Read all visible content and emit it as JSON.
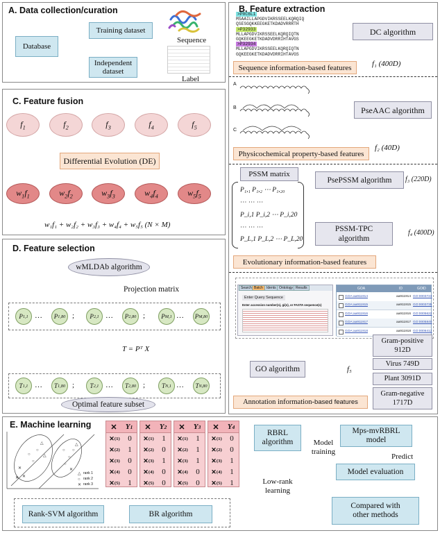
{
  "panels": {
    "a": {
      "title": "A. Data collection/curation",
      "database": "Database",
      "training": "Training dataset",
      "independent": "Independent dataset",
      "sequence": "Sequence",
      "label": "Label"
    },
    "b": {
      "title": "B. Feature extraction",
      "seq_ids": [
        ">P0C6L1",
        ">P32933",
        ">P32934"
      ],
      "seq_lines": [
        "MSAAILLAPGDVIKRSSEELKQRQIQ",
        "QSESGQKKEEGKETKDADVRRRTH",
        "MLLAPGDVIKRSSEELKQRQIQTN",
        "GQKEEGKETKDADVDRRIHTAVGS",
        "MLLAPGDVIKRSSEELKQRQIQTN",
        "GQKEEGKETKDADVDRRIHTAVGS"
      ],
      "dc_algorithm": "DC algorithm",
      "dc_feature": "f₁ (400D)",
      "seq_features": "Sequence information-based features",
      "helix_labels": [
        "A",
        "B",
        "C"
      ],
      "pseaac_algorithm": "PseAAC algorithm",
      "pse_feature": "f₂ (40D)",
      "phys_features": "Physicochemical property-based features",
      "pssm_matrix": "PSSM matrix",
      "pssm_rows": [
        "P₁,₁   P₁,₂  ⋯  P₁,₂₀",
        "⋯   ⋯        ⋯",
        "P_i,1   P_i,2  ⋯  P_i,20",
        "⋯   ⋯        ⋯",
        "P_L,1   P_L,2  ⋯  P_L,20"
      ],
      "psepssm_algorithm": "PsePSSM algorithm",
      "psepssm_feature": "f₃ (220D)",
      "pssmtpc_algorithm": "PSSM-TPC algorithm",
      "pssmtpc_feature": "f₄ (400D)",
      "evo_features": "Evolutionary information-based features",
      "go_screenshot": {
        "tabs": [
          "Search",
          "Batch",
          "Idents",
          "Ontology",
          "Results"
        ],
        "heading": "Enter Query Sequence",
        "prompt": "Enter accession number(s), gi(s), or FASTA sequence(s)",
        "cols": [
          "GOA",
          "ID",
          "GOID"
        ],
        "rows": [
          [
            "GOA:aa911914",
            "aa911914",
            "GO:0003723"
          ],
          [
            "GOA:aa911915",
            "aa911915",
            "GO:0003735"
          ],
          [
            "GOA:aa911916",
            "aa911916",
            "GO:0005622"
          ],
          [
            "GOA:aa911917",
            "aa911917",
            "GO:0005840"
          ],
          [
            "GOA:aa911918",
            "aa911918",
            "GO:0006412"
          ]
        ]
      },
      "go_algorithm": "GO algorithm",
      "go_feature": "f₅",
      "species": [
        "Gram-positive 912D",
        "Virus 749D",
        "Plant 3091D",
        "Gram-negative 1717D"
      ],
      "anno_features_main": "Annotation information-",
      "anno_features_tail": "based features"
    },
    "c": {
      "title": "C. Feature fusion",
      "inputs": [
        "f1",
        "f2",
        "f3",
        "f4",
        "f5"
      ],
      "de_label": "Differential Evolution (DE)",
      "weighted": [
        "w1f1",
        "w2f2",
        "w3f3",
        "w4f4",
        "w5f5"
      ],
      "formula": "w₁f₁ + w₂f₂ + w₃f₃ + w₄f₄ + w₅f₅  (N × M)"
    },
    "d": {
      "title": "D. Feature selection",
      "algorithm": "wMLDAb algorithm",
      "projection": "Projection matrix",
      "p_row": [
        "P1,1",
        "P1,80",
        "P2,1",
        "P2,80",
        "PM,1",
        "PM,80"
      ],
      "formula": "T = Pᵀ X",
      "t_row": [
        "T1,1",
        "T1,80",
        "T2,1",
        "T2,80",
        "TN,1",
        "TN,80"
      ],
      "output": "Optimal feature subset"
    },
    "e": {
      "title": "E. Machine learning",
      "scatter_legend": [
        "rank 1",
        "rank 2",
        "rank 3"
      ],
      "matrix_y": [
        "Y1",
        "Y2",
        "Y3",
        "Y4"
      ],
      "matrix_x": [
        "x(1)",
        "x(2)",
        "x(3)",
        "x(4)",
        "x(5)"
      ],
      "matrix_values": [
        [
          0,
          1,
          0,
          0,
          1
        ],
        [
          1,
          0,
          1,
          0,
          0
        ],
        [
          1,
          1,
          1,
          0,
          0
        ],
        [
          0,
          0,
          1,
          1,
          1
        ]
      ],
      "ranksvm": "Rank-SVM algorithm",
      "br": "BR algorithm",
      "rbrl": "RBRL algorithm",
      "low_rank": "Low-rank learning",
      "model_training": "Model training",
      "mps": "Mps-mvRBRL model",
      "predict": "Predict",
      "evaluation": "Model evaluation",
      "compared": "Compared with other methods"
    }
  }
}
